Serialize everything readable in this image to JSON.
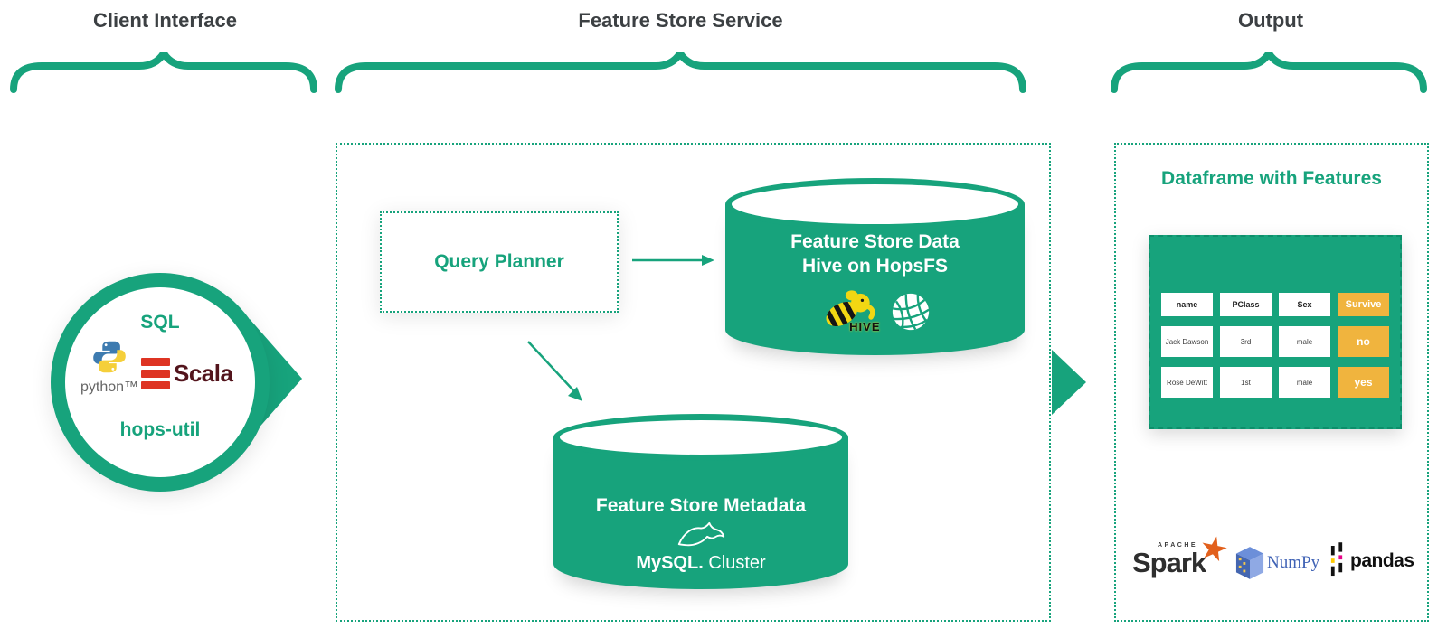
{
  "colors": {
    "green": "#17a37c",
    "orange": "#f0b43e",
    "heading_text": "#3c4043",
    "scala_red": "#de3423",
    "scala_text": "#53141c"
  },
  "icons": {
    "spark_star": "★"
  },
  "headings": {
    "client": "Client Interface",
    "service": "Feature Store Service",
    "output": "Output"
  },
  "client": {
    "sql": "SQL",
    "python": "python™",
    "scala": "Scala",
    "hops_util": "hops-util"
  },
  "service": {
    "query_planner": "Query Planner",
    "feature_store_data": {
      "title_line1": "Feature Store Data",
      "title_line2": "Hive on HopsFS",
      "hive": "HIVE"
    },
    "feature_store_metadata": {
      "title": "Feature Store Metadata",
      "mysql": "MySQL.",
      "cluster": "Cluster"
    }
  },
  "output": {
    "title": "Dataframe with Features",
    "dataframe": {
      "headers": [
        "name",
        "PClass",
        "Sex",
        "Survive"
      ],
      "rows": [
        [
          "Jack Dawson",
          "3rd",
          "male",
          "no"
        ],
        [
          "Rose DeWitt",
          "1st",
          "male",
          "yes"
        ]
      ]
    },
    "logos": {
      "apache": "APACHE",
      "spark": "Spark",
      "numpy": "NumPy",
      "pandas": "pandas"
    }
  }
}
